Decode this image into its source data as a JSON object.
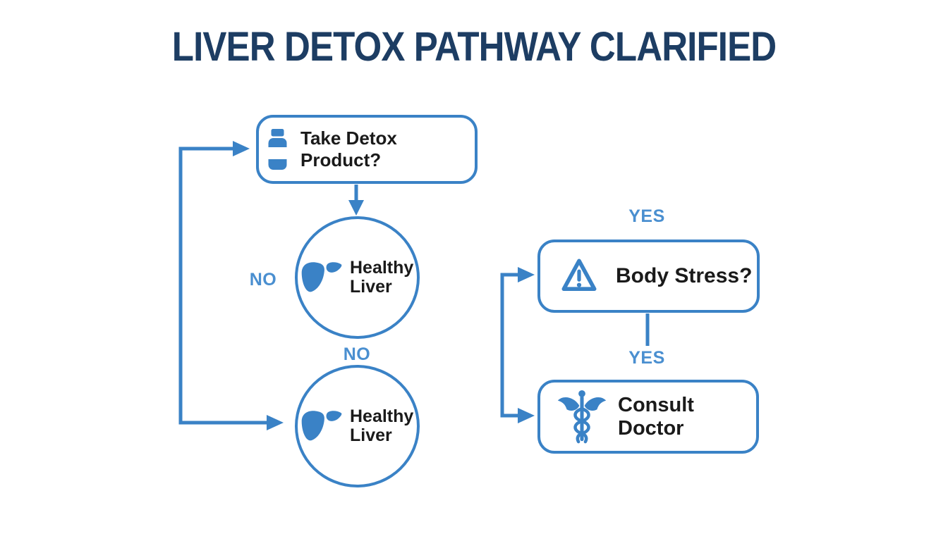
{
  "title": "LIVER DETOX PATHWAY CLARIFIED",
  "colors": {
    "accent_blue": "#3a82c6",
    "edge_label_blue": "#4a8fd0",
    "title_navy": "#1d3d63",
    "node_text": "#1a1a1a",
    "background": "#ffffff"
  },
  "nodes": {
    "take_detox": {
      "label": "Take Detox Product?",
      "icon": "pill-bottle-icon",
      "shape": "rounded-rect"
    },
    "healthy_liver_top": {
      "label": "Healthy Liver",
      "icon": "liver-icon",
      "shape": "circle"
    },
    "healthy_liver_bottom": {
      "label": "Healthy Liver",
      "icon": "liver-icon",
      "shape": "circle"
    },
    "body_stress": {
      "label": "Body Stress?",
      "icon": "warning-triangle-icon",
      "shape": "rounded-rect"
    },
    "consult_doctor": {
      "label": "Consult Doctor",
      "icon": "caduceus-icon",
      "shape": "rounded-rect"
    }
  },
  "edge_labels": {
    "no_left": "NO",
    "no_between_circles": "NO",
    "yes_above_body_stress": "YES",
    "yes_above_consult_doctor": "YES"
  }
}
